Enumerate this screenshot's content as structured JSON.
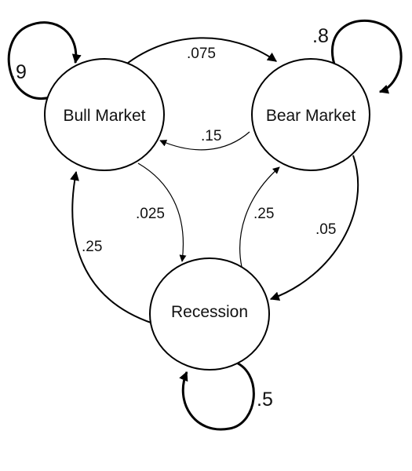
{
  "diagram": {
    "type": "markov-chain",
    "states": {
      "bull": "Bull Market",
      "bear": "Bear Market",
      "recession": "Recession"
    },
    "transitions": {
      "bull_self": ".9",
      "bear_self": ".8",
      "recession_self": ".5",
      "bull_to_bear": ".075",
      "bear_to_bull": ".15",
      "bull_to_recession": ".025",
      "recession_to_bear": ".25",
      "bear_to_recession": ".05",
      "recession_to_bull": ".25"
    },
    "colors": {
      "stroke": "#000000",
      "fill": "#ffffff",
      "text": "#111111"
    }
  }
}
